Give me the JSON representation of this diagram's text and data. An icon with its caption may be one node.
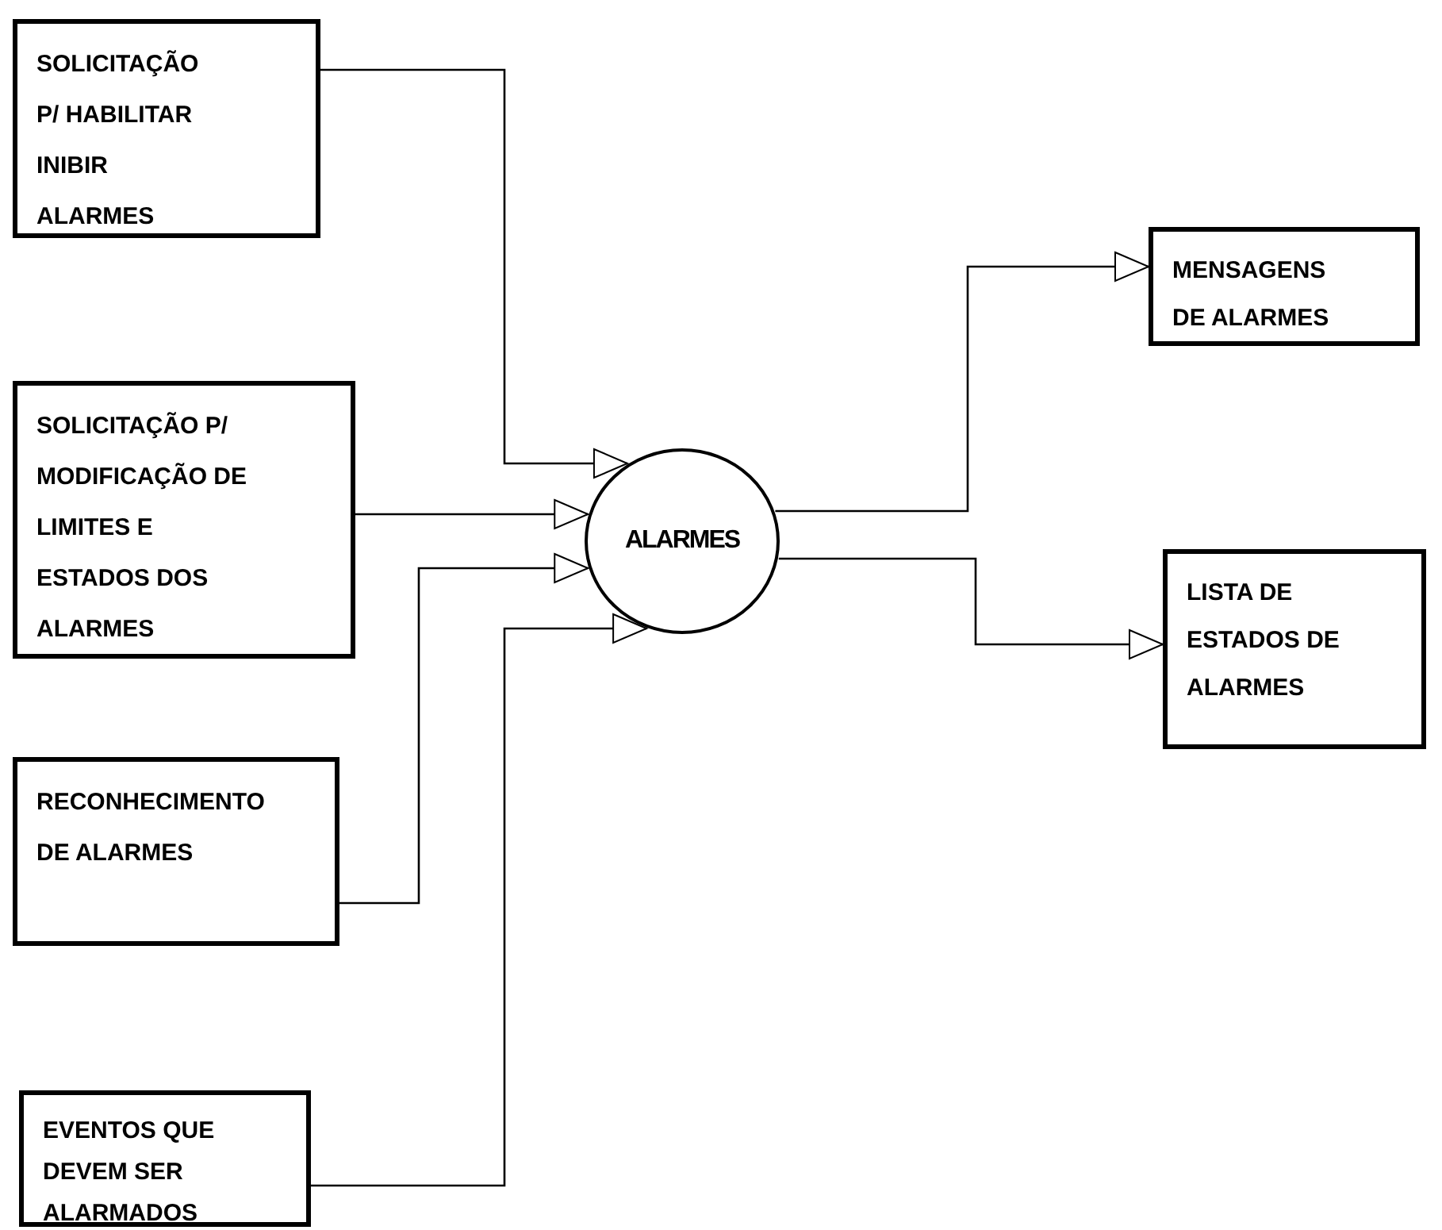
{
  "diagram": {
    "nodes": [
      {
        "text": [
          "SOLICITAÇÃO P/ HABILITAR INIBIR ALARMES"
        ]
      },
      {
        "text": [
          "SOLICITAÇÃO P/ MODIFICAÇÃO DE LIMITES E ESTADOS DOS ALARMES"
        ]
      },
      {
        "text": [
          "RECONHECIMENTO DE ALARMES"
        ]
      },
      {
        "text": [
          "EVENTOS QUE DEVEM SER ALARMADOS"
        ]
      },
      {
        "text": [
          "ALARMES"
        ]
      },
      {
        "text": [
          "MENSAGENS DE ALARMES"
        ]
      },
      {
        "text": [
          "LISTA DE ESTADOS DE ALARMES"
        ]
      }
    ],
    "edges": [
      {
        "from": 0,
        "to": 4,
        "arrow": "to"
      },
      {
        "from": 1,
        "to": 4,
        "arrow": "to"
      },
      {
        "from": 2,
        "to": 4,
        "arrow": "to"
      },
      {
        "from": 3,
        "to": 4,
        "arrow": "to"
      },
      {
        "from": 4,
        "to": 5,
        "arrow": "to"
      },
      {
        "from": 4,
        "to": 6,
        "arrow": "to"
      }
    ]
  }
}
